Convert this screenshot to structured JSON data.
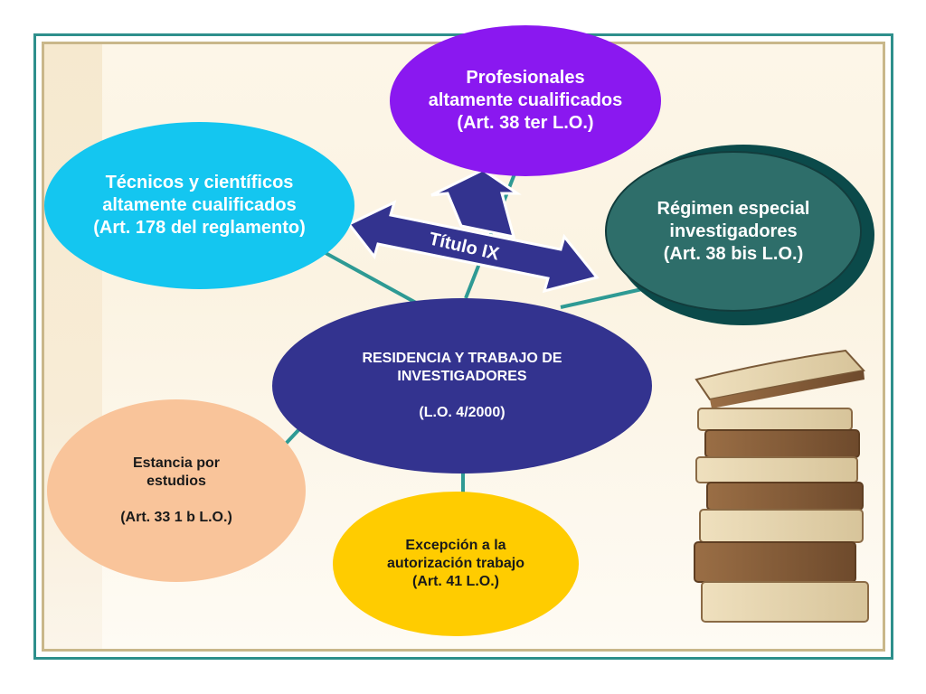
{
  "diagram": {
    "arrow_label": "Título IX",
    "center": {
      "text": "RESIDENCIA Y TRABAJO DE\nINVESTIGADORES\n\n(L.O. 4/2000)"
    },
    "nodes": {
      "top": "Profesionales\naltamente cualificados\n(Art. 38 ter L.O.)",
      "left": "Técnicos y científicos\naltamente cualificados\n(Art. 178 del reglamento)",
      "right": "Régimen especial\ninvestigadores\n(Art. 38 bis L.O.)",
      "lower_left": "Estancia por\nestudios\n\n(Art. 33 1 b L.O.)",
      "bottom": "Excepción a la\nautorización trabajo\n(Art. 41 L.O.)"
    }
  },
  "colors": {
    "frame_outer": "#2e8f8c",
    "frame_inner": "#c9b78a",
    "center_fill": "#33338f",
    "top_fill": "#8a18f0",
    "left_fill": "#14c6f0",
    "right_fill": "#2e6e6a",
    "lower_left_fill": "#f9c49a",
    "bottom_fill": "#ffcc00",
    "arrow_fill": "#33338f",
    "connector": "#2e9a94"
  },
  "decor": {
    "books_icon": "stack-of-books-icon"
  }
}
